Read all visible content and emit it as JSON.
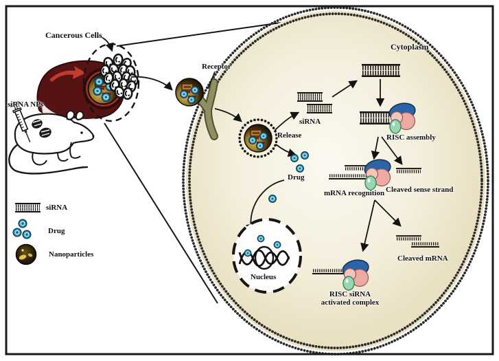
{
  "diagram": {
    "labels": {
      "cancerous_cells": "Cancerous Cells",
      "sirna_nps": "siRNA NPs",
      "receptor": "Receptor",
      "sirna": "siRNA",
      "release": "Release",
      "drug": "Drug",
      "cytoplasm": "Cytoplasm",
      "risc_assembly": "RISC assembly",
      "mrna_recognition": "mRNA recognition",
      "cleaved_sense_strand": "Cleaved sense strand",
      "cleaved_mrna": "Cleaved mRNA",
      "risc_sirna_activated_1": "RISC siRNA",
      "risc_sirna_activated_2": "activated complex",
      "nucleus": "Nucleus"
    },
    "legend": {
      "items": [
        {
          "icon": "sirna-duplex-icon",
          "label": "siRNA"
        },
        {
          "icon": "drug-icon",
          "label": "Drug"
        },
        {
          "icon": "nanoparticle-icon",
          "label": "Nanoparticles"
        }
      ]
    },
    "colors": {
      "frame": "#1a1a1a",
      "membrane": "#2b2b2b",
      "strand": "#1a1414",
      "cell_center": "#fbf9f0",
      "cell_edge": "#e9e0c1",
      "vessel_dark": "#551313",
      "vessel_ring": "#96302c",
      "vessel_arrow": "#c23a30",
      "drug_fill": "#3fb0d4",
      "drug_ring": "#123c52",
      "drug_core": "#15708f",
      "receptor": "#8e9064",
      "risc_blue": "#2b64a8",
      "risc_pink": "#edaaa2",
      "risc_green": "#96d6b0",
      "np_gold": "#c9a23e",
      "nucleus_fill": "#fdfdfb"
    }
  }
}
